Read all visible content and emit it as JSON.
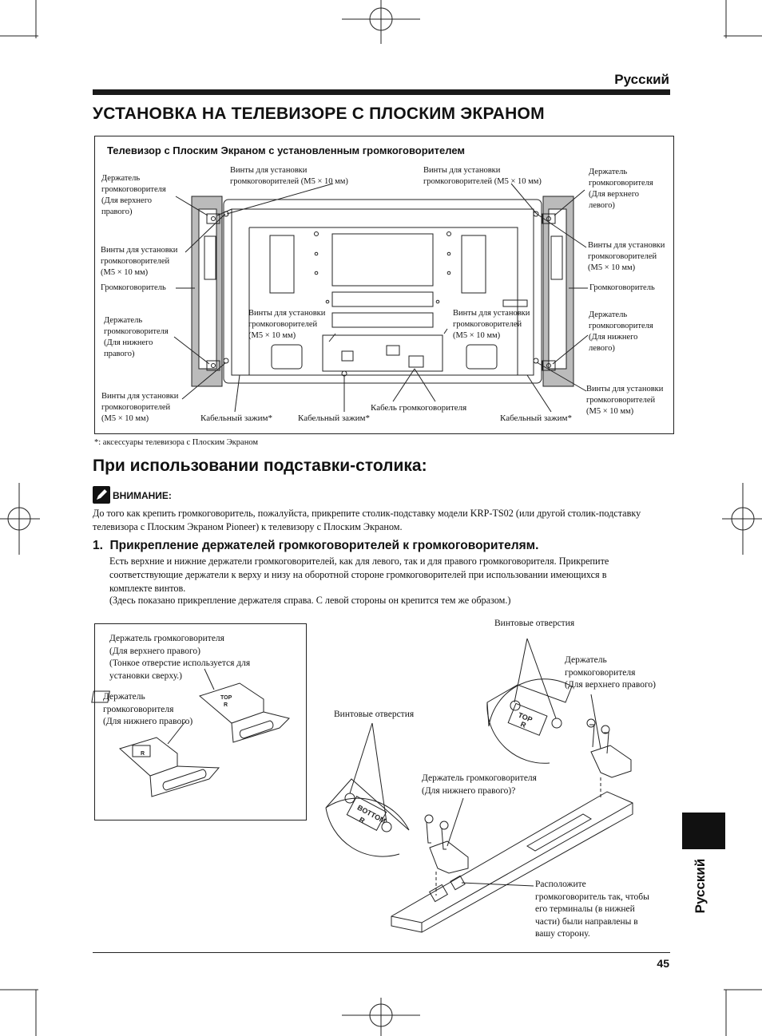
{
  "header": {
    "language": "Русский"
  },
  "title": "УСТАНОВКА НА ТЕЛЕВИЗОРЕ С ПЛОСКИМ ЭКРАНОМ",
  "figure1": {
    "caption": "Телевизор с Плоским Экраном с установленным громкоговорителем",
    "labels": {
      "holder_upper_right": "Держатель\nгромкоговорителя\n(Для верхнего\nправого)",
      "screws_top_left": "Винты для установки\nгромкоговорителей (M5 × 10 мм)",
      "screws_top_right": "Винты для установки\nгромкоговорителей (M5 × 10 мм)",
      "holder_upper_left": "Держатель\nгромкоговорителя\n(Для верхнего\nлевого)",
      "screws_left_mid": "Винты для установки\nгромкоговорителей\n(M5 × 10 мм)",
      "screws_right_mid": "Винты для установки\nгромкоговорителей\n(M5 × 10 мм)",
      "speaker_left": "Громкоговоритель",
      "speaker_right": "Громкоговоритель",
      "holder_lower_right": "Держатель\nгромкоговорителя\n(Для нижнего\nправого)",
      "screws_center_left": "Винты для установки\nгромкоговорителей\n(M5 × 10 мм)",
      "screws_center_right": "Винты для установки\nгромкоговорителей\n(M5 × 10 мм)",
      "holder_lower_left": "Держатель\nгромкоговорителя\n(Для нижнего\nлевого)",
      "screws_bottom_left": "Винты для установки\nгромкоговорителей\n(M5 × 10 мм)",
      "screws_bottom_right": "Винты для установки\nгромкоговорителей\n(M5 × 10 мм)",
      "cable_clamp_1": "Кабельный зажим*",
      "cable_clamp_2": "Кабельный зажим*",
      "cable_clamp_3": "Кабельный зажим*",
      "speaker_cable": "Кабель громкоговорителя"
    },
    "footnote": "*: аксессуары телевизора с Плоским Экраном"
  },
  "section2": {
    "heading": "При использовании подставки-столика:",
    "caution_label": "ВНИМАНИЕ:",
    "caution_text": "До того как крепить громкоговоритель, пожалуйста, прикрепите столик-подставку модели KRP-TS02 (или другой столик-подставку телевизора с Плоским Экраном Pioneer) к телевизору с Плоским Экраном.",
    "step1_heading": "1.  Прикрепление держателей громкоговорителей к громкоговорителям.",
    "step1_text": "Есть верхние и нижние держатели громкоговорителей, как для левого, так и для правого громкоговорителя. Прикрепите соответствующие держатели к верху и низу на оборотной стороне громкоговорителей при использовании имеющихся в комплекте винтов.",
    "step1_note": "(Здесь показано прикрепление держателя справа. С левой стороны он крепится тем же образом.)"
  },
  "figure2": {
    "box_label_upper": "Держатель громкоговорителя\n(Для верхнего правого)\n(Тонкое отверстие используется для\nустановки сверху.)",
    "box_label_lower": "Держатель\nгромкоговорителя\n(Для нижнего правого)",
    "screw_holes_top": "Винтовые отверстия",
    "holder_upper_right": "Держатель\nгромкоговорителя\n(Для верхнего правого)",
    "screw_holes_mid": "Винтовые отверстия",
    "holder_lower_right": "Держатель громкоговорителя\n(Для нижнего правого)?",
    "position_note": "Расположите\nгромкоговоритель так, чтобы\nего терминалы (в нижней\nчасти) были направлены в\nвашу сторону.",
    "top_mark": "TOP",
    "r_mark": "R",
    "bottom_mark": "BOTTOM"
  },
  "side_tab": "Русский",
  "page_number": "45"
}
